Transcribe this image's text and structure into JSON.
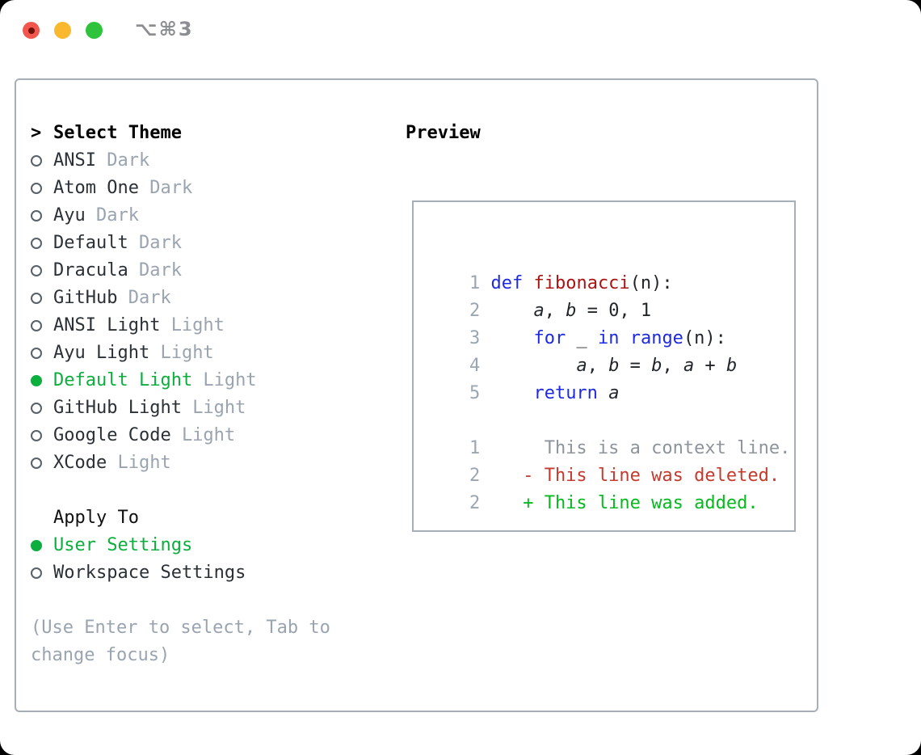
{
  "window": {
    "shortcut_label": "⌥⌘3"
  },
  "colors": {
    "selected_green": "#0cae3e",
    "added_green": "#06b91f",
    "deleted_red": "#c43a2d",
    "keyword_blue": "#1e2ae0",
    "function_red": "#a81414",
    "muted_gray": "#9aa4b0",
    "traffic_red": "#f2574e",
    "traffic_yellow": "#f9b82d",
    "traffic_green": "#2fc23c"
  },
  "theme_panel": {
    "heading_marker": ">",
    "heading": "Select Theme",
    "themes": [
      {
        "name": "ANSI",
        "tag": "Dark",
        "selected": false
      },
      {
        "name": "Atom One",
        "tag": "Dark",
        "selected": false
      },
      {
        "name": "Ayu",
        "tag": "Dark",
        "selected": false
      },
      {
        "name": "Default",
        "tag": "Dark",
        "selected": false
      },
      {
        "name": "Dracula",
        "tag": "Dark",
        "selected": false
      },
      {
        "name": "GitHub",
        "tag": "Dark",
        "selected": false
      },
      {
        "name": "ANSI Light",
        "tag": "Light",
        "selected": false
      },
      {
        "name": "Ayu Light",
        "tag": "Light",
        "selected": false
      },
      {
        "name": "Default Light",
        "tag": "Light",
        "selected": true
      },
      {
        "name": "GitHub Light",
        "tag": "Light",
        "selected": false
      },
      {
        "name": "Google Code",
        "tag": "Light",
        "selected": false
      },
      {
        "name": "XCode",
        "tag": "Light",
        "selected": false
      }
    ],
    "apply_heading": "Apply To",
    "apply_options": [
      {
        "label": "User Settings",
        "selected": true
      },
      {
        "label": "Workspace Settings",
        "selected": false
      }
    ],
    "footer_hint_lines": [
      "(Use Enter to select, Tab to",
      "change focus)"
    ]
  },
  "preview_panel": {
    "heading": "Preview",
    "lines": [
      {
        "num": "1",
        "segments": [
          {
            "t": "def",
            "c": "keyword"
          },
          {
            "t": " ",
            "c": "plain"
          },
          {
            "t": "fibonacci",
            "c": "function"
          },
          {
            "t": "(n):",
            "c": "plain"
          }
        ]
      },
      {
        "num": "2",
        "segments": [
          {
            "t": "    ",
            "c": "plain"
          },
          {
            "t": "a",
            "c": "variable"
          },
          {
            "t": ", ",
            "c": "plain"
          },
          {
            "t": "b",
            "c": "variable"
          },
          {
            "t": " = 0, 1",
            "c": "plain"
          }
        ]
      },
      {
        "num": "3",
        "segments": [
          {
            "t": "    ",
            "c": "plain"
          },
          {
            "t": "for",
            "c": "keyword"
          },
          {
            "t": " _ ",
            "c": "plain"
          },
          {
            "t": "in",
            "c": "keyword"
          },
          {
            "t": " ",
            "c": "plain"
          },
          {
            "t": "range",
            "c": "keyword"
          },
          {
            "t": "(n):",
            "c": "plain"
          }
        ]
      },
      {
        "num": "4",
        "segments": [
          {
            "t": "        ",
            "c": "plain"
          },
          {
            "t": "a",
            "c": "variable"
          },
          {
            "t": ", ",
            "c": "plain"
          },
          {
            "t": "b",
            "c": "variable"
          },
          {
            "t": " = ",
            "c": "plain"
          },
          {
            "t": "b",
            "c": "variable"
          },
          {
            "t": ", ",
            "c": "plain"
          },
          {
            "t": "a",
            "c": "variable"
          },
          {
            "t": " + ",
            "c": "plain"
          },
          {
            "t": "b",
            "c": "variable"
          }
        ]
      },
      {
        "num": "5",
        "segments": [
          {
            "t": "    ",
            "c": "plain"
          },
          {
            "t": "return",
            "c": "keyword"
          },
          {
            "t": " ",
            "c": "plain"
          },
          {
            "t": "a",
            "c": "variable"
          }
        ]
      },
      {
        "num": "",
        "segments": []
      },
      {
        "num": "1",
        "segments": [
          {
            "t": "     This is a context line.",
            "c": "context"
          }
        ]
      },
      {
        "num": "2",
        "segments": [
          {
            "t": "   - This line was deleted.",
            "c": "deleted"
          }
        ]
      },
      {
        "num": "2",
        "segments": [
          {
            "t": "   + This line was added.",
            "c": "added"
          }
        ]
      }
    ]
  }
}
